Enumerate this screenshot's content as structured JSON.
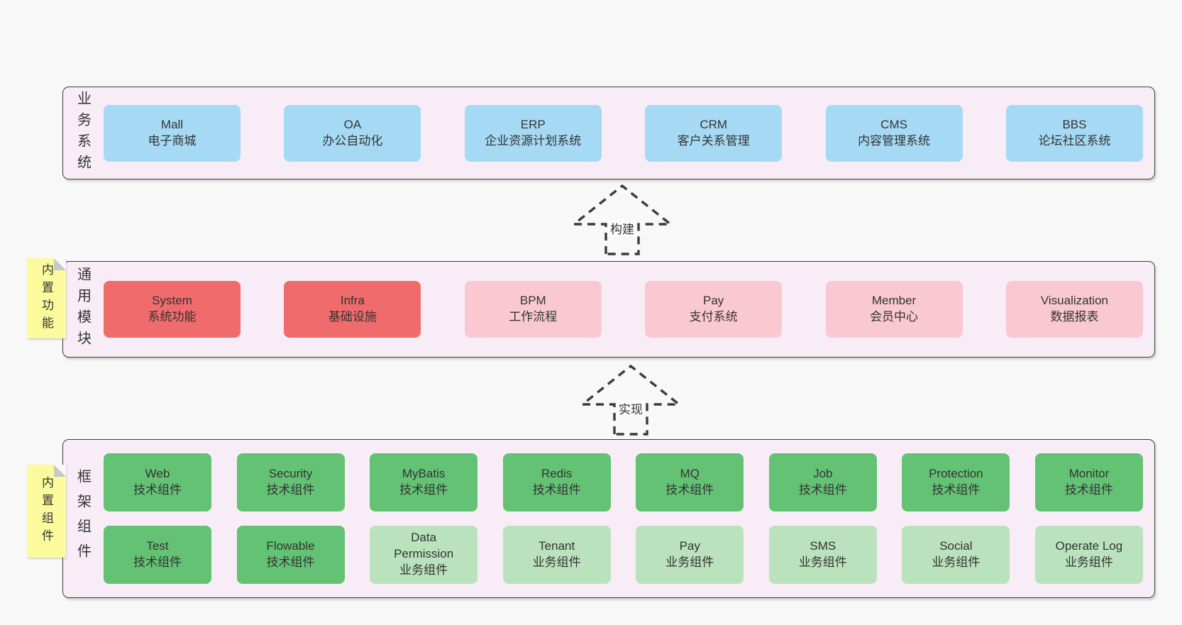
{
  "palette": {
    "page_background": "#f8f8f8",
    "container_fill": "#f8edf6",
    "container_border": "#3d3d3d",
    "blue_box": "#a6daf4",
    "red_box": "#ef6b6c",
    "pink_box": "#fac8d1",
    "green_box": "#63c274",
    "light_green_box": "#bae2bd",
    "sticky_yellow": "#fbfb9d",
    "sticky_fold": "#c8c8c8",
    "text": "#333333"
  },
  "arrows": [
    {
      "label": "构建"
    },
    {
      "label": "实现"
    }
  ],
  "layers": [
    {
      "id": "business",
      "label": "业务系统",
      "boxes": [
        {
          "title": "Mall",
          "subtitle": "电子商城",
          "variant": "blue"
        },
        {
          "title": "OA",
          "subtitle": "办公自动化",
          "variant": "blue"
        },
        {
          "title": "ERP",
          "subtitle": "企业资源计划系统",
          "variant": "blue"
        },
        {
          "title": "CRM",
          "subtitle": "客户关系管理",
          "variant": "blue"
        },
        {
          "title": "CMS",
          "subtitle": "内容管理系统",
          "variant": "blue"
        },
        {
          "title": "BBS",
          "subtitle": "论坛社区系统",
          "variant": "blue"
        }
      ]
    },
    {
      "id": "modules",
      "label": "通用模块",
      "sticky": "内置功能",
      "boxes": [
        {
          "title": "System",
          "subtitle": "系统功能",
          "variant": "red"
        },
        {
          "title": "Infra",
          "subtitle": "基础设施",
          "variant": "red"
        },
        {
          "title": "BPM",
          "subtitle": "工作流程",
          "variant": "pink"
        },
        {
          "title": "Pay",
          "subtitle": "支付系统",
          "variant": "pink"
        },
        {
          "title": "Member",
          "subtitle": "会员中心",
          "variant": "pink"
        },
        {
          "title": "Visualization",
          "subtitle": "数据报表",
          "variant": "pink"
        }
      ]
    },
    {
      "id": "framework",
      "label": "框架组件",
      "sticky": "内置组件",
      "rows": [
        [
          {
            "title": "Web",
            "subtitle": "技术组件",
            "variant": "green"
          },
          {
            "title": "Security",
            "subtitle": "技术组件",
            "variant": "green"
          },
          {
            "title": "MyBatis",
            "subtitle": "技术组件",
            "variant": "green"
          },
          {
            "title": "Redis",
            "subtitle": "技术组件",
            "variant": "green"
          },
          {
            "title": "MQ",
            "subtitle": "技术组件",
            "variant": "green"
          },
          {
            "title": "Job",
            "subtitle": "技术组件",
            "variant": "green"
          },
          {
            "title": "Protection",
            "subtitle": "技术组件",
            "variant": "green"
          },
          {
            "title": "Monitor",
            "subtitle": "技术组件",
            "variant": "green"
          }
        ],
        [
          {
            "title": "Test",
            "subtitle": "技术组件",
            "variant": "green"
          },
          {
            "title": "Flowable",
            "subtitle": "技术组件",
            "variant": "green"
          },
          {
            "title": "Data Permission",
            "subtitle": "业务组件",
            "variant": "lightgreen"
          },
          {
            "title": "Tenant",
            "subtitle": "业务组件",
            "variant": "lightgreen"
          },
          {
            "title": "Pay",
            "subtitle": "业务组件",
            "variant": "lightgreen"
          },
          {
            "title": "SMS",
            "subtitle": "业务组件",
            "variant": "lightgreen"
          },
          {
            "title": "Social",
            "subtitle": "业务组件",
            "variant": "lightgreen"
          },
          {
            "title": "Operate Log",
            "subtitle": "业务组件",
            "variant": "lightgreen"
          }
        ]
      ]
    }
  ]
}
